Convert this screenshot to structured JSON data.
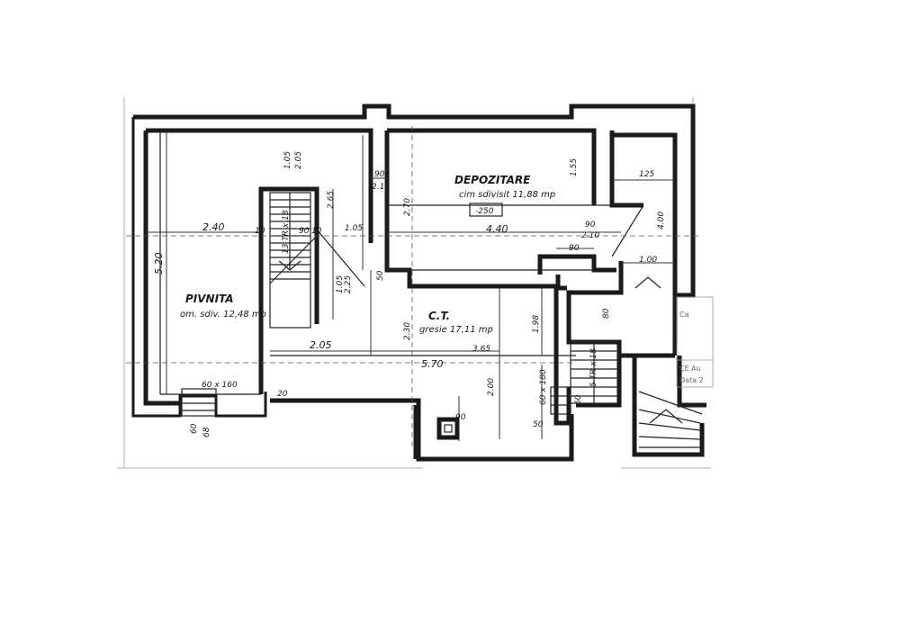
{
  "rooms": {
    "pivnita": {
      "name": "PIVNITA",
      "area": "om. sdiv. 12,48 mp"
    },
    "depozitare": {
      "name": "DEPOZITARE",
      "area": "cim sdivisit 11,88 mp"
    },
    "ct": {
      "name": "C.T.",
      "area": "gresie 17,11 mp"
    }
  },
  "level_mark": "-250",
  "stairs": {
    "main": "13 TR x 18",
    "side": "5 TR x 18"
  },
  "dimensions": {
    "d105": "1.05",
    "d205": "2.05",
    "d90a": "90",
    "d210a": "2.10",
    "d240": "2.40",
    "d10": "10",
    "d90b": "90",
    "d10b": "10",
    "d265": "2.65",
    "d105b": "1.05",
    "d270": "2.70",
    "d440": "4.40",
    "d155": "1.55",
    "d125": "125",
    "d400": "4.00",
    "d90c": "90",
    "d210b": "2.10",
    "d90d": "90",
    "d100": "1.00",
    "d520": "5.20",
    "d105c": "1.05",
    "d225": "2.25",
    "d50": "50",
    "d230": "2.30",
    "d205b": "2.05",
    "d365": "3.65",
    "d570": "5.70",
    "d198": "1.98",
    "d200": "2.00",
    "d80": "80",
    "d60x180": "60 x 180",
    "d60": "60",
    "d50b": "50",
    "d90e": "90",
    "d20": "20",
    "d60x160": "60 x 160",
    "d60b": "60",
    "d68": "68"
  },
  "stamp": {
    "line1": "Ca",
    "line2": "CE Au",
    "line3": "Data 2"
  }
}
